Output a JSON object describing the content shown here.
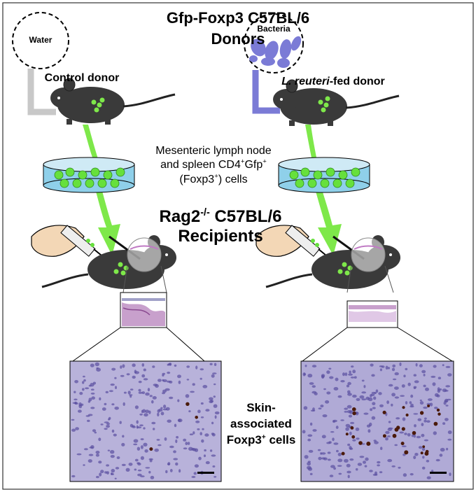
{
  "title_line1": "Gfp-Foxp3 C57BL/6",
  "title_line2": "Donors",
  "left_circle": "Water",
  "right_circle": "Bacteria",
  "left_donor": "Control donor",
  "right_donor_italic": "L. reuteri",
  "right_donor_rest": "-fed donor",
  "cells_line1": "Mesenteric lymph node",
  "cells_line2_a": "and spleen CD4",
  "cells_line2_sup1": "+",
  "cells_line2_b": "Gfp",
  "cells_line2_sup2": "+",
  "cells_line3_a": "(Foxp3",
  "cells_line3_sup": "+",
  "cells_line3_b": ") cells",
  "recip_line1_a": "Rag2",
  "recip_line1_sup": "-/-",
  "recip_line1_b": " C57BL/6",
  "recip_line2": "Recipients",
  "skin_line1": "Skin-",
  "skin_line2": "associated",
  "skin_line3_a": "Foxp3",
  "skin_line3_sup": "+",
  "skin_line3_b": " cells",
  "colors": {
    "control_line": "#c8c8c8",
    "bacteria_line": "#7b7bd6",
    "green_arrow": "#7ee84a",
    "dish": "#8fd0ea",
    "cell": "#66e03c",
    "mouse": "#3a3a3a",
    "tissue": "#b8b2da"
  }
}
